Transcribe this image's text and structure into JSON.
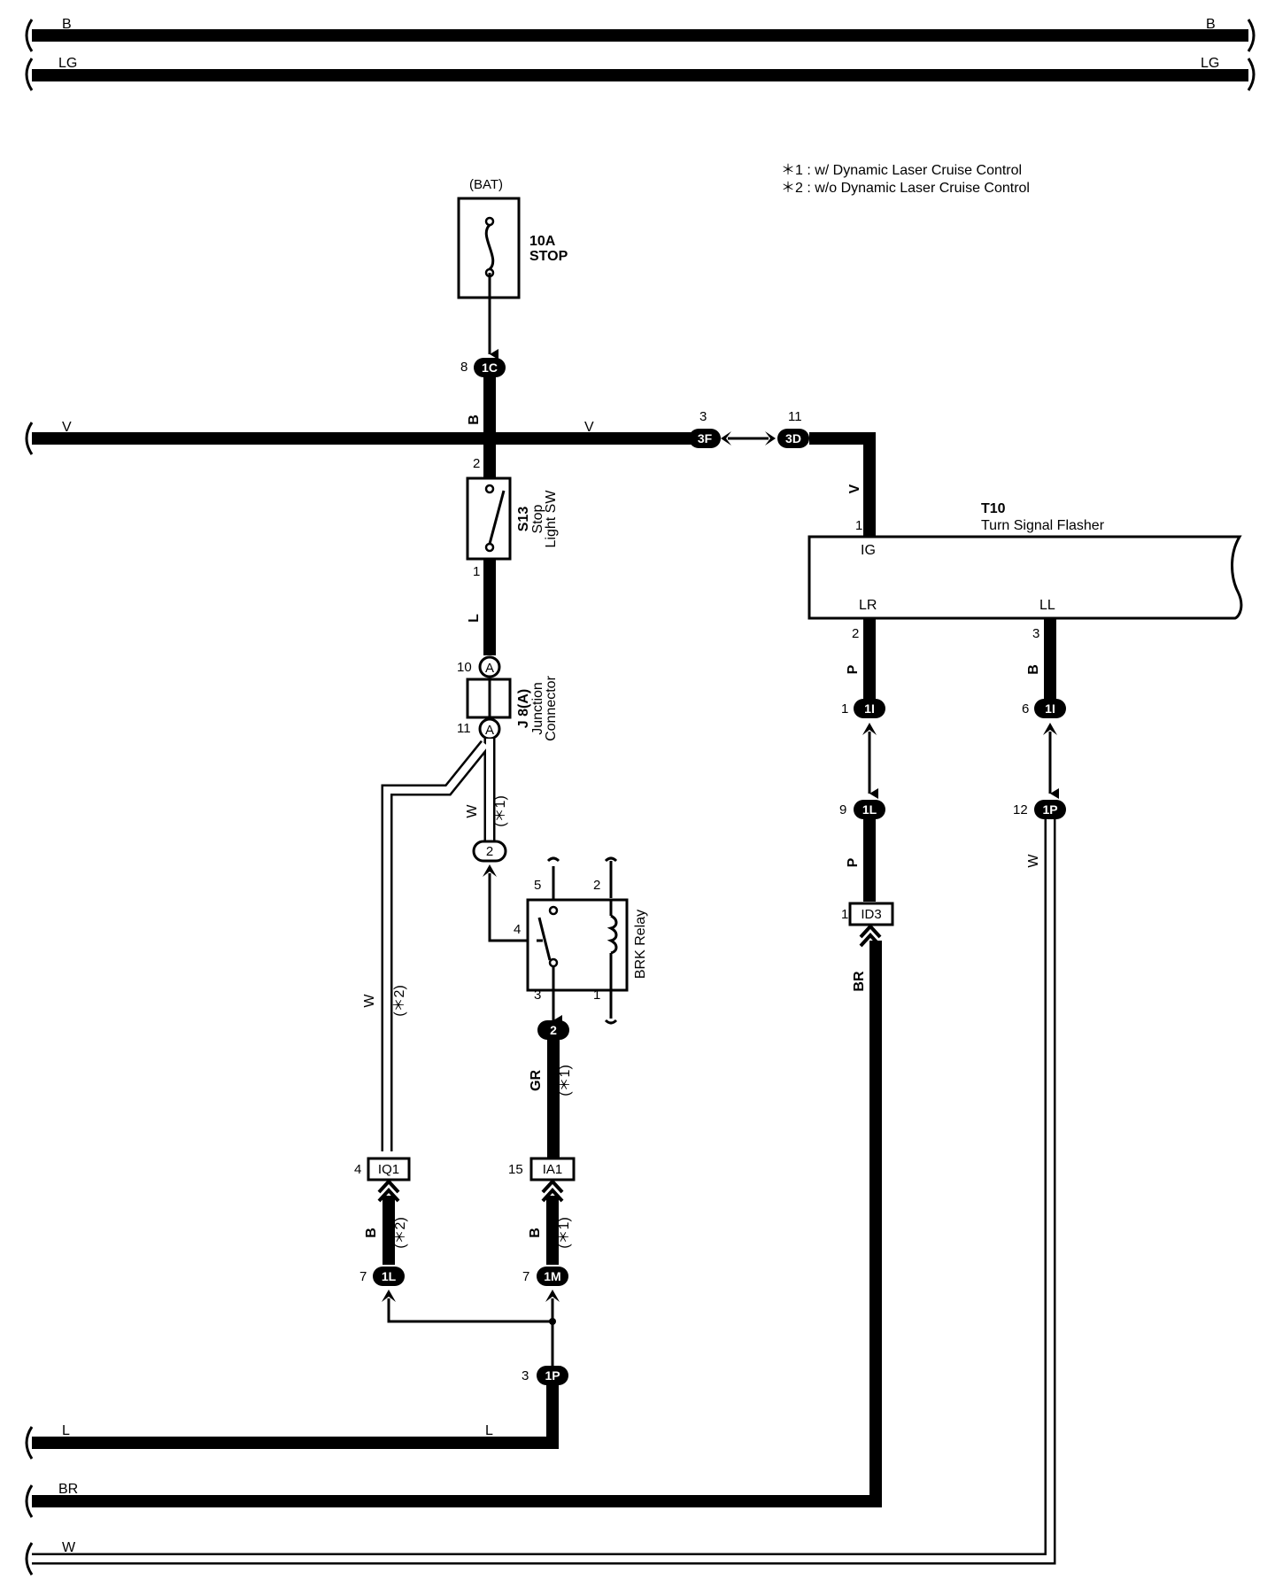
{
  "notes": {
    "note1": "＊1 : w/ Dynamic Laser Cruise Control",
    "note2": "＊2 : w/o Dynamic Laser Cruise Control"
  },
  "bus_labels": {
    "b_left": "B",
    "b_right": "B",
    "lg_left": "LG",
    "lg_right": "LG",
    "v_left": "V",
    "v_mid": "V",
    "l_left": "L",
    "l_mid": "L",
    "br_left": "BR",
    "w_left": "W"
  },
  "fuse": {
    "source": "(BAT)",
    "rating": "10A",
    "name": "STOP"
  },
  "stop_light_sw": {
    "code": "S13",
    "name1": "Stop",
    "name2": "Light SW",
    "pin_top": "2",
    "pin_bottom": "1"
  },
  "junction_connector": {
    "code": "J 8(A)",
    "name1": "Junction",
    "name2": "Connector",
    "pin_top": "10",
    "pin_bottom": "11",
    "letter": "A"
  },
  "brk_relay": {
    "name": "BRK Relay",
    "pin5": "5",
    "pin2": "2",
    "pin4": "4",
    "pin3": "3",
    "pin1": "1"
  },
  "turn_signal_flasher": {
    "code": "T10",
    "name": "Turn Signal Flasher",
    "term_ig": "IG",
    "term_lr": "LR",
    "term_ll": "LL",
    "pin_ig": "1",
    "pin_lr": "2",
    "pin_ll": "3"
  },
  "connectors": {
    "c1C": {
      "pin": "8",
      "label": "1C"
    },
    "c3F": {
      "pin": "3",
      "label": "3F"
    },
    "c3D": {
      "pin": "11",
      "label": "3D"
    },
    "c1I_a": {
      "pin": "1",
      "label": "1I"
    },
    "c1I_b": {
      "pin": "6",
      "label": "1I"
    },
    "c1L_a": {
      "pin": "9",
      "label": "1L"
    },
    "c1P_a": {
      "pin": "12",
      "label": "1P"
    },
    "cID3": {
      "pin": "1",
      "label": "ID3"
    },
    "c2_top": {
      "label": "2"
    },
    "c2_bot": {
      "label": "2"
    },
    "cIQ1": {
      "pin": "4",
      "label": "IQ1"
    },
    "cIA1": {
      "pin": "15",
      "label": "IA1"
    },
    "c1L_b": {
      "pin": "7",
      "label": "1L"
    },
    "c1M": {
      "pin": "7",
      "label": "1M"
    },
    "c1P_b": {
      "pin": "3",
      "label": "1P"
    }
  },
  "wire_labels": {
    "b_fuse": "B",
    "v_flasher": "V",
    "l_sw": "L",
    "w_j8": "W",
    "star1_j8": "(＊1)",
    "p_lr": "P",
    "b_ll": "B",
    "p_1l": "P",
    "w_1p": "W",
    "br_id3": "BR",
    "w_left": "W",
    "star2_left": "(＊2)",
    "gr_relay": "GR",
    "star1_relay": "(＊1)",
    "b_iq1": "B",
    "star2_iq1": "(＊2)",
    "b_ia1": "B",
    "star1_ia1": "(＊1)"
  }
}
